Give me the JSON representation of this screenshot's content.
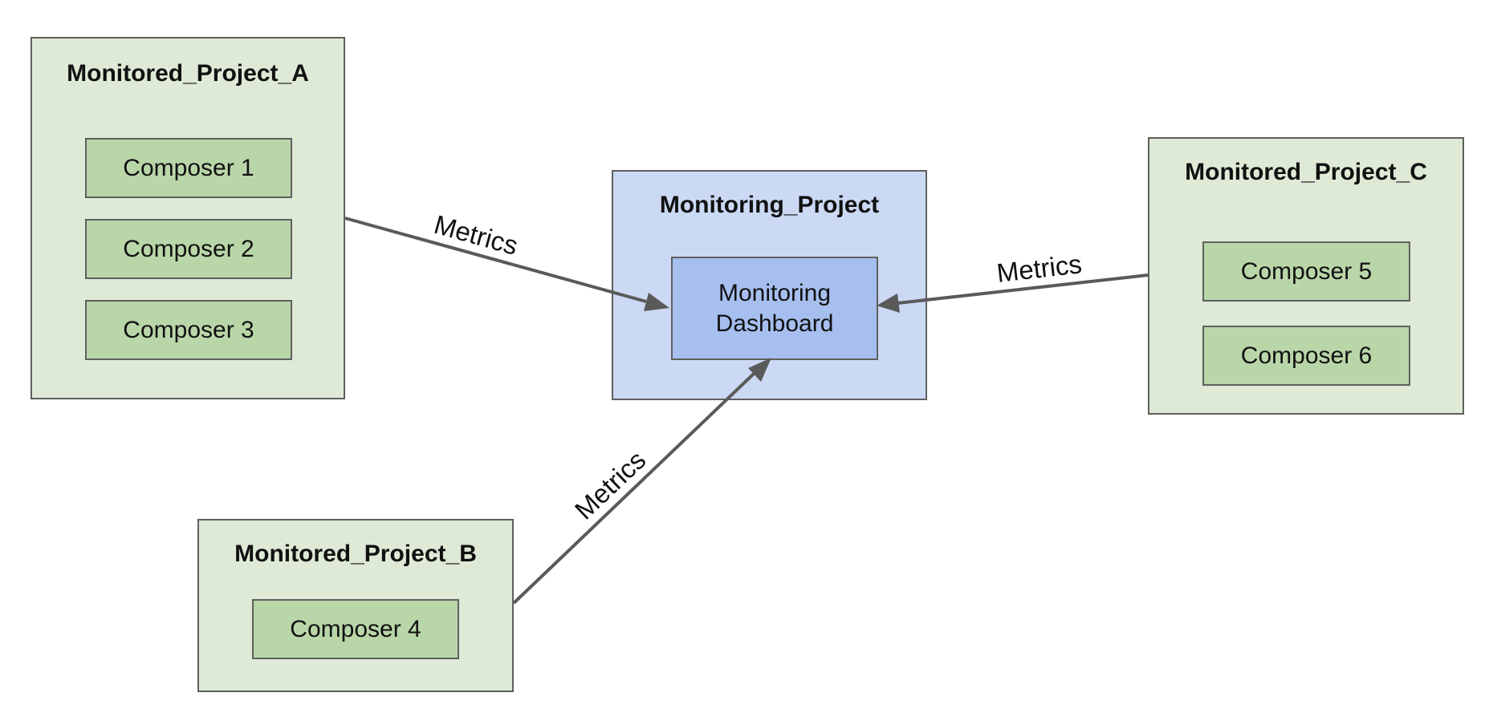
{
  "diagram": {
    "projects": {
      "a": {
        "title": "Monitored_Project_A",
        "composers": [
          "Composer 1",
          "Composer 2",
          "Composer 3"
        ]
      },
      "b": {
        "title": "Monitored_Project_B",
        "composers": [
          "Composer 4"
        ]
      },
      "c": {
        "title": "Monitored_Project_C",
        "composers": [
          "Composer 5",
          "Composer 6"
        ]
      },
      "monitoring": {
        "title": "Monitoring_Project",
        "dashboard": [
          "Monitoring",
          "Dashboard"
        ]
      }
    },
    "edges": [
      {
        "from": "Monitored_Project_A",
        "to": "Monitoring Dashboard",
        "label": "Metrics"
      },
      {
        "from": "Monitored_Project_B",
        "to": "Monitoring Dashboard",
        "label": "Metrics"
      },
      {
        "from": "Monitored_Project_C",
        "to": "Monitoring Dashboard",
        "label": "Metrics"
      }
    ],
    "colors": {
      "monitored_fill": "#deead6",
      "composer_fill": "#b9d6a9",
      "monitoring_fill": "#cbd9f4",
      "dashboard_fill": "#a6bfef",
      "border": "#5f5f5f",
      "edge": "#5a5a5a"
    }
  }
}
